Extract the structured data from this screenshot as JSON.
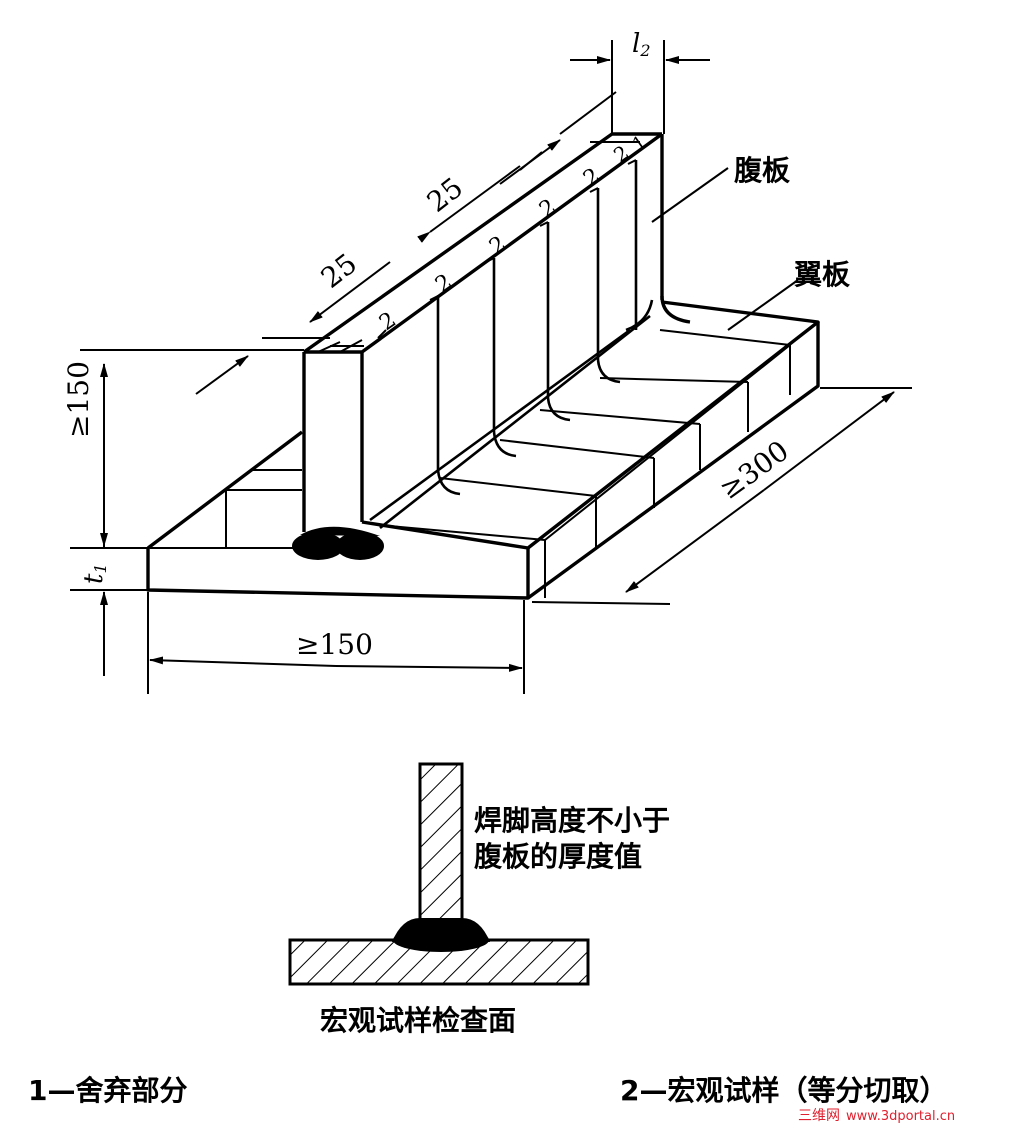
{
  "dimensions": {
    "t2": "l",
    "t2_sub": "2",
    "web_piece_top": "25",
    "web_piece_bottom": "25",
    "height": "≥150",
    "t1": "t",
    "t1_sub": "1",
    "width": "≥150",
    "length": "≥300"
  },
  "slice_labels": [
    "2",
    "2",
    "2",
    "2",
    "2",
    "2",
    "1"
  ],
  "labels": {
    "web_plate": "腹板",
    "flange_plate": "翼板",
    "leg_note_line1": "焊脚高度不小于",
    "leg_note_line2": "腹板的厚度值",
    "section_caption": "宏观试样检查面"
  },
  "legend": {
    "item1": "1—舍弃部分",
    "item2": "2—宏观试样（等分切取）"
  },
  "watermark": {
    "zh": "三维网",
    "site": "www.3dportal.cn",
    "color": "#e0202e"
  }
}
